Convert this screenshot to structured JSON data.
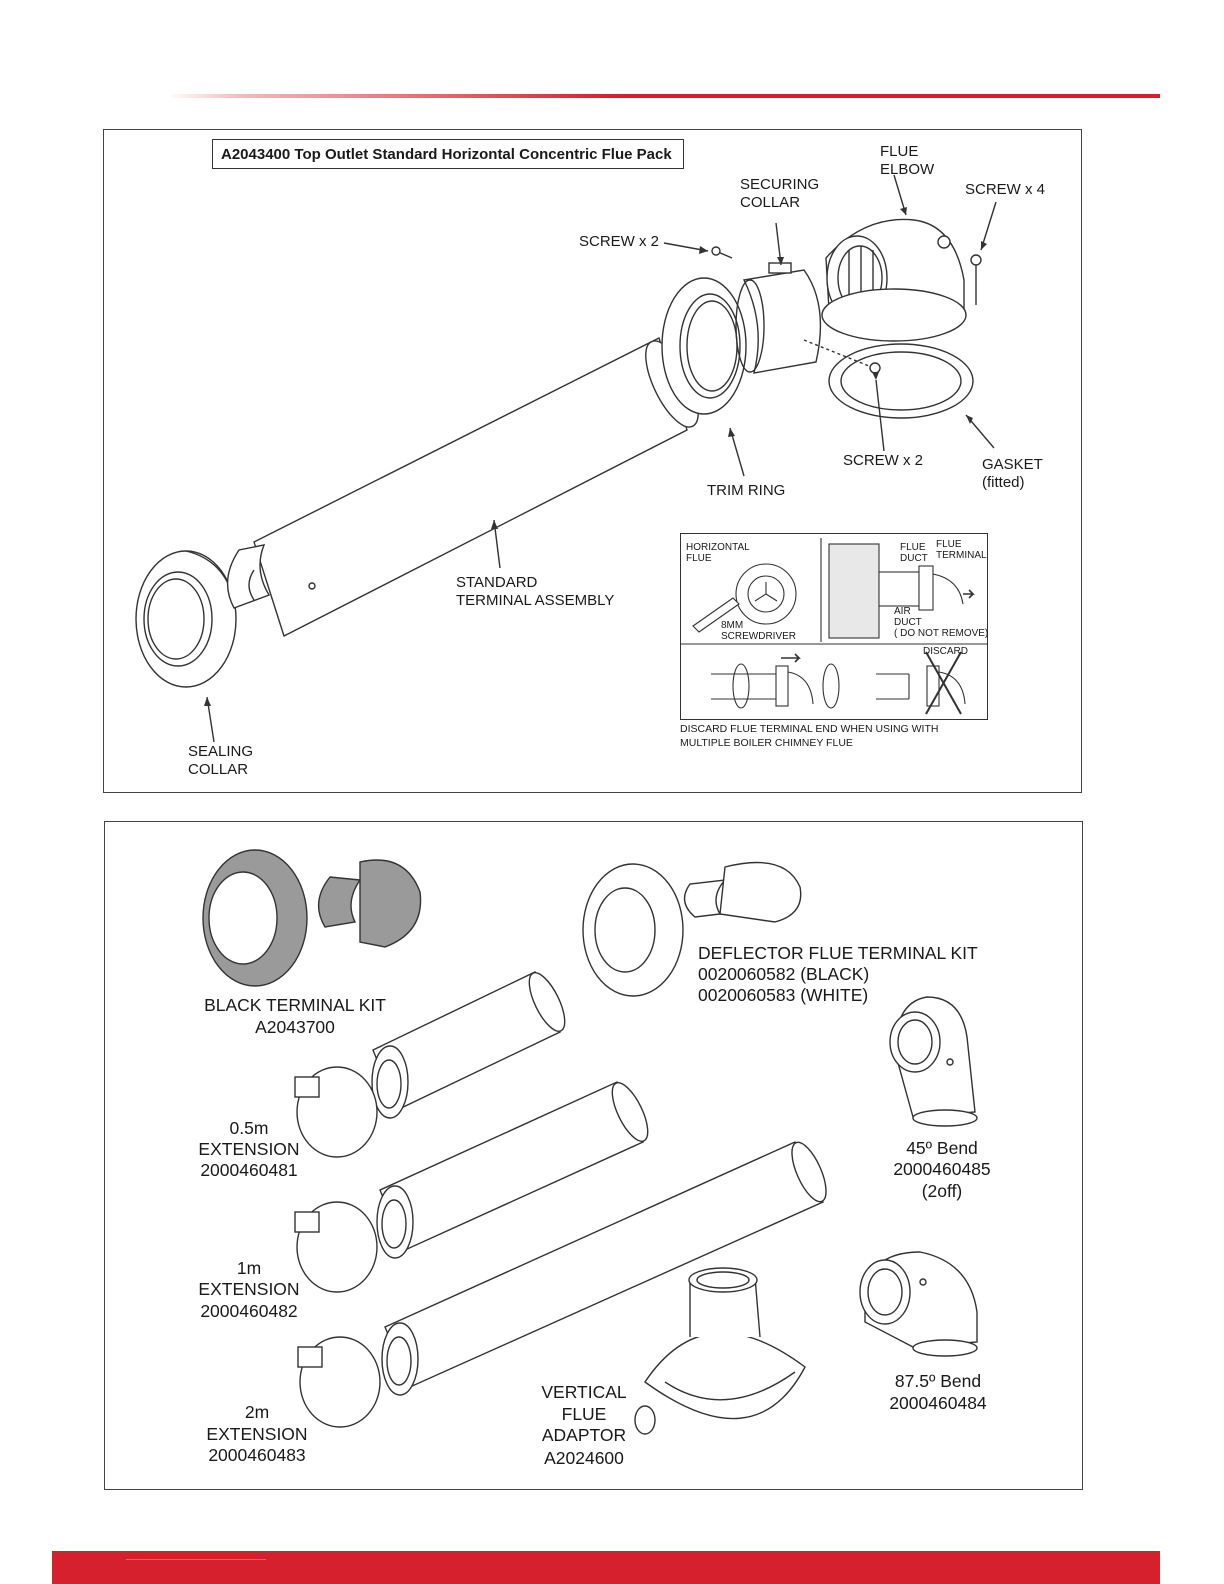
{
  "colors": {
    "accent": "#d6202d",
    "line": "#333333"
  },
  "top_panel": {
    "title": "A2043400 Top Outlet Standard Horizontal Concentric Flue Pack",
    "labels": {
      "flue_elbow": "FLUE\nELBOW",
      "screw_x4": "SCREW x 4",
      "securing_collar": "SECURING\nCOLLAR",
      "screw_x2_top": "SCREW x 2",
      "screw_x2_bottom": "SCREW x 2",
      "gasket": "GASKET\n(fitted)",
      "trim_ring": "TRIM RING",
      "standard_terminal": "STANDARD\nTERMINAL ASSEMBLY",
      "sealing_collar": "SEALING\nCOLLAR"
    },
    "inset": {
      "horizontal_flue": "HORIZONTAL\nFLUE",
      "screwdriver": "8MM\nSCREWDRIVER",
      "flue_duct": "FLUE\nDUCT",
      "flue_terminal": "FLUE\nTERMINAL",
      "air_duct": "AIR\nDUCT\n( DO NOT REMOVE)",
      "discard": "DISCARD",
      "caption": "DISCARD FLUE TERMINAL END WHEN USING WITH\nMULTIPLE BOILER CHIMNEY FLUE"
    }
  },
  "bottom_panel": {
    "black_terminal_kit": {
      "name": "BLACK TERMINAL KIT",
      "code": "A2043700"
    },
    "deflector_kit": {
      "name": "DEFLECTOR FLUE TERMINAL KIT",
      "black": "0020060582 (BLACK)",
      "white": "0020060583 (WHITE)"
    },
    "ext_05": {
      "length": "0.5m",
      "name": "EXTENSION",
      "code": "2000460481"
    },
    "ext_1": {
      "length": "1m",
      "name": "EXTENSION",
      "code": "2000460482"
    },
    "ext_2": {
      "length": "2m",
      "name": "EXTENSION",
      "code": "2000460483"
    },
    "bend_45": {
      "name": "45º Bend",
      "code": "2000460485",
      "qty": "(2off)"
    },
    "bend_875": {
      "name": "87.5º Bend",
      "code": "2000460484"
    },
    "vertical_adaptor": {
      "name": "VERTICAL\nFLUE\nADAPTOR",
      "code": "A2024600"
    }
  }
}
